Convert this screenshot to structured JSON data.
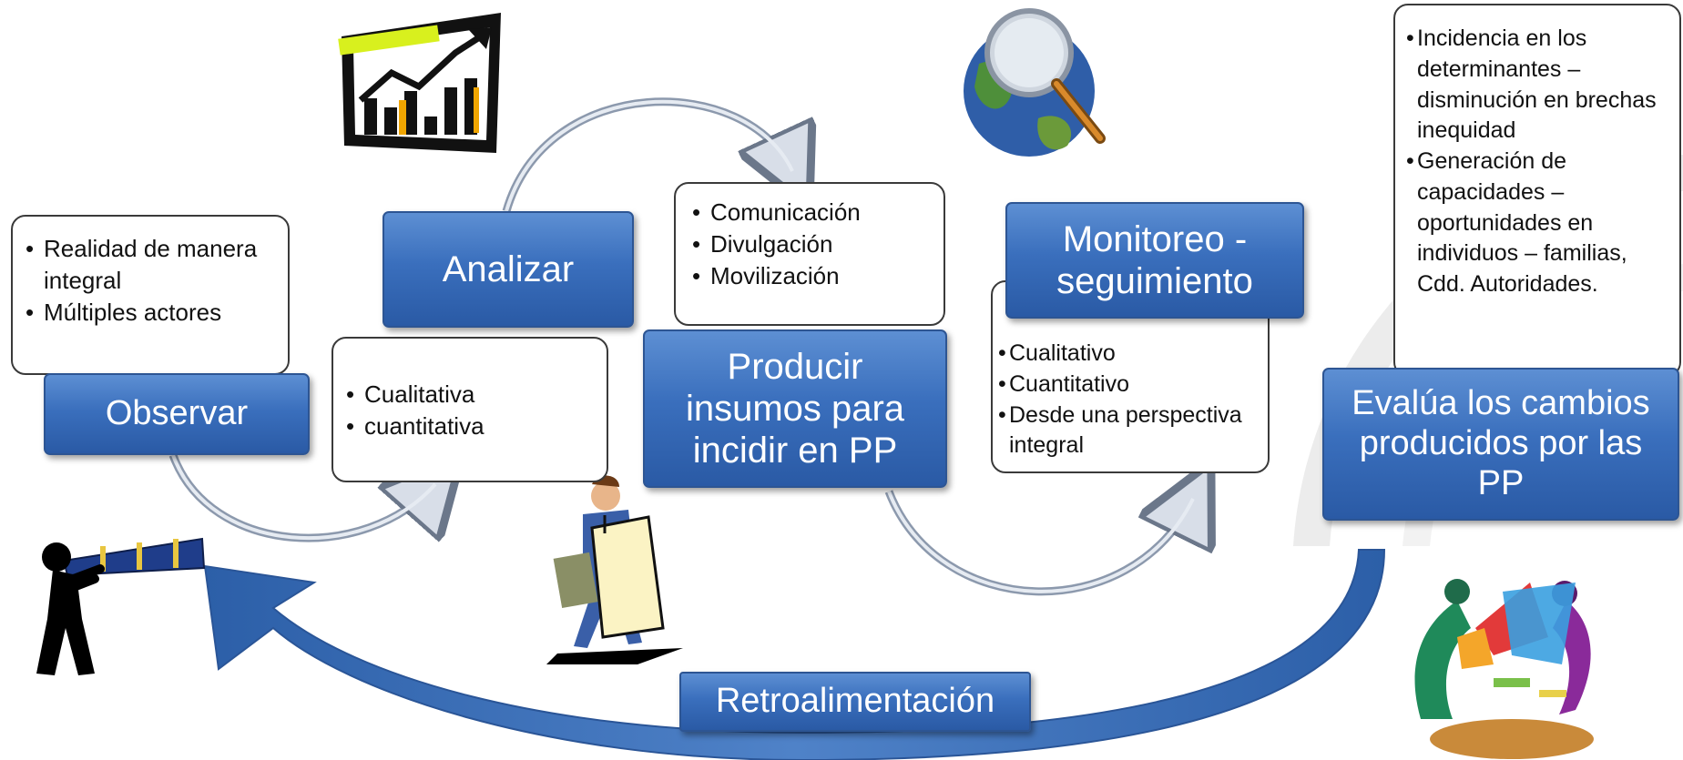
{
  "steps": {
    "observar": {
      "title": "Observar",
      "bullets": [
        "Realidad de manera integral",
        "Múltiples actores"
      ]
    },
    "analizar": {
      "title": "Analizar",
      "bullets": [
        "Cualitativa",
        "cuantitativa"
      ]
    },
    "producir": {
      "title": "Producir insumos para incidir en PP",
      "bullets": [
        "Comunicación",
        "Divulgación",
        "Movilización"
      ]
    },
    "monitoreo": {
      "title": "Monitoreo - seguimiento",
      "bullets": [
        "Cualitativo",
        "Cuantitativo",
        "Desde una perspectiva integral"
      ]
    },
    "evalua": {
      "title": "Evalúa los cambios producidos por las PP",
      "bullets": [
        "Incidencia en los determinantes – disminución en brechas inequidad",
        "Generación de capacidades – oportunidades en individuos – familias, Cdd. Autoridades."
      ]
    }
  },
  "feedback": {
    "label": "Retroalimentación"
  },
  "icons": [
    "growth-chart-icon",
    "globe-magnifier-icon",
    "telescope-person-icon",
    "sign-carrier-icon",
    "puzzle-team-icon"
  ],
  "colors": {
    "box_blue": "#3a6fbd",
    "arrow_blue": "#3d6fb5",
    "connector_gray": "#9aa8bb"
  }
}
